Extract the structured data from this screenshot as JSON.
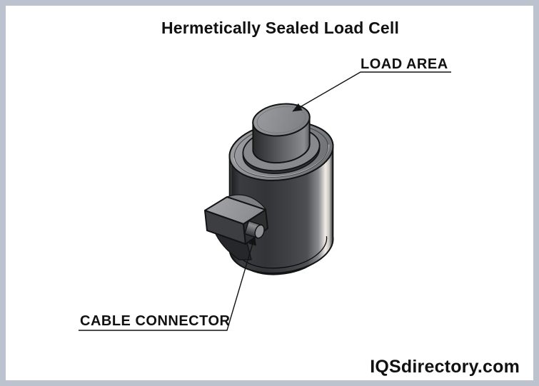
{
  "frame": {
    "border_color": "#bcc3cf",
    "background": "#ffffff"
  },
  "title": "Hermetically Sealed Load Cell",
  "labels": {
    "load_area": "LOAD AREA",
    "cable_connector": "CABLE CONNECTOR"
  },
  "watermark": "IQSdirectory.com",
  "illustration": {
    "subject": "hermetically sealed load cell (3D shaded CAD rendering)",
    "parts": [
      {
        "name": "load-button",
        "description": "raised circular load area on top",
        "callout": "LOAD AREA"
      },
      {
        "name": "cylindrical-body",
        "description": "main sealed cylinder"
      },
      {
        "name": "base-ring",
        "description": "dark ring at bottom of cylinder"
      },
      {
        "name": "connector-housing",
        "description": "rectangular box on left side"
      },
      {
        "name": "connector-stub",
        "description": "small round cable connector under housing",
        "callout": "CABLE CONNECTOR"
      }
    ],
    "colors": {
      "outline": "#131313",
      "body_dark": "#3a3c3f",
      "body_highlight": "#f1ece8",
      "top_face": "#8a8c8f",
      "button_top": "#909295",
      "box_top": "#9a9b9e",
      "text": "#111111"
    }
  }
}
